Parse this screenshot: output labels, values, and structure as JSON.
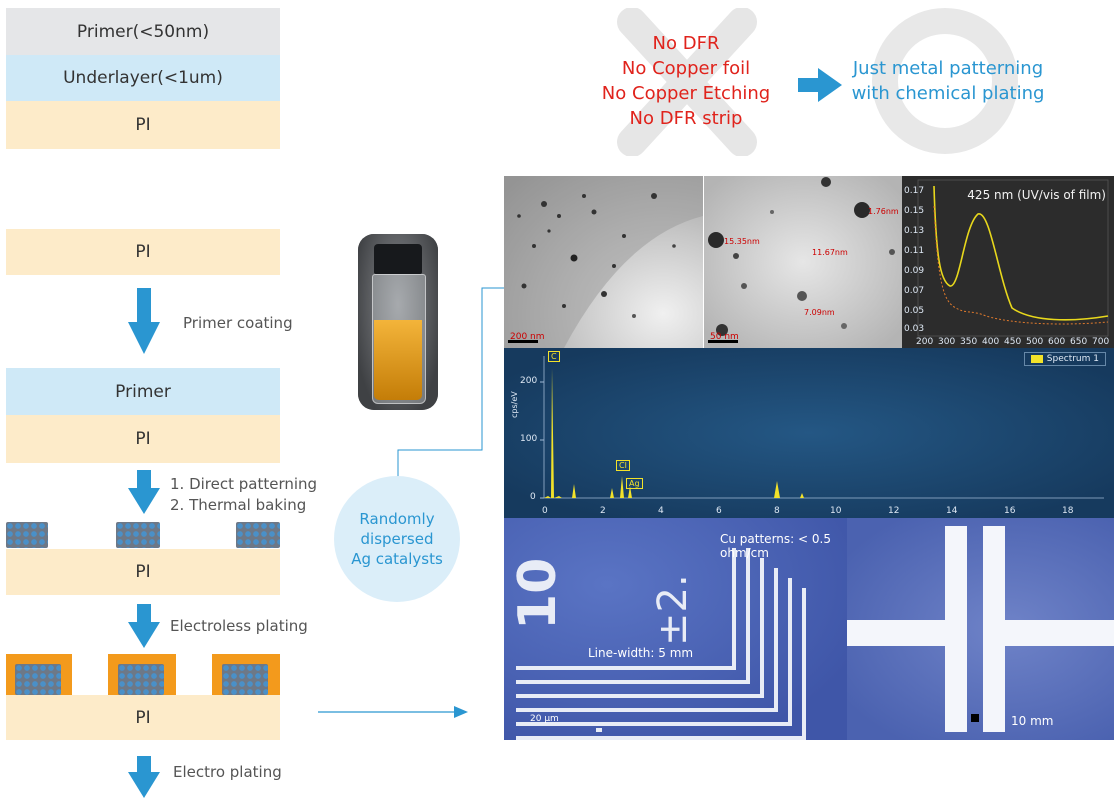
{
  "top_stack": {
    "primer": "Primer(<50nm)",
    "underlayer": "Underlayer(<1um)",
    "pi": "PI"
  },
  "process": {
    "pi_labels": [
      "PI",
      "PI",
      "PI",
      "PI"
    ],
    "primer_label": "Primer",
    "step_primer_coating": "Primer coating",
    "step_direct_patterning": "1. Direct patterning",
    "step_thermal_baking": "2. Thermal baking",
    "step_electroless": "Electroless plating",
    "step_electro": "Electro plating"
  },
  "benefits": {
    "no_list": [
      "No DFR",
      "No Copper foil",
      "No Copper Etching",
      "No DFR strip"
    ],
    "yes_line1": "Just metal patterning",
    "yes_line2": "with chemical plating"
  },
  "catalyst": {
    "line1": "Randomly",
    "line2": "dispersed",
    "line3": "Ag catalysts"
  },
  "tem": {
    "scale1": "200 nm",
    "scale2": "50 nm",
    "size_labels": [
      "15.35nm",
      "11.67nm",
      "7.09nm",
      "1.76nm"
    ]
  },
  "uvvis": {
    "title": "425 nm (UV/vis of film)",
    "y_ticks": [
      "0.17",
      "0.15",
      "0.13",
      "0.11",
      "0.09",
      "0.07",
      "0.05",
      "0.03"
    ],
    "x_ticks": [
      "200",
      "300",
      "350",
      "400",
      "450",
      "500",
      "600",
      "650",
      "700"
    ]
  },
  "eds": {
    "legend": "Spectrum 1",
    "ylabel": "cps/eV",
    "y_ticks": [
      "200",
      "100",
      "0"
    ],
    "x_ticks": [
      "0",
      "2",
      "4",
      "6",
      "8",
      "10",
      "12",
      "14",
      "16",
      "18"
    ],
    "peaks": [
      "C",
      "Cl",
      "Ag"
    ]
  },
  "patterns": {
    "resistance": "Cu patterns: < 0.5 ohm/cm",
    "line_width": "Line-width: 5 mm",
    "scale": "20 µm",
    "size": "10 mm",
    "digits": "10",
    "pm": "±2."
  },
  "colors": {
    "accent_blue": "#2a96d1",
    "red": "#e0231c",
    "pi": "#fdebc9",
    "primer": "#cfe9f7",
    "copper": "#f39a1c"
  }
}
